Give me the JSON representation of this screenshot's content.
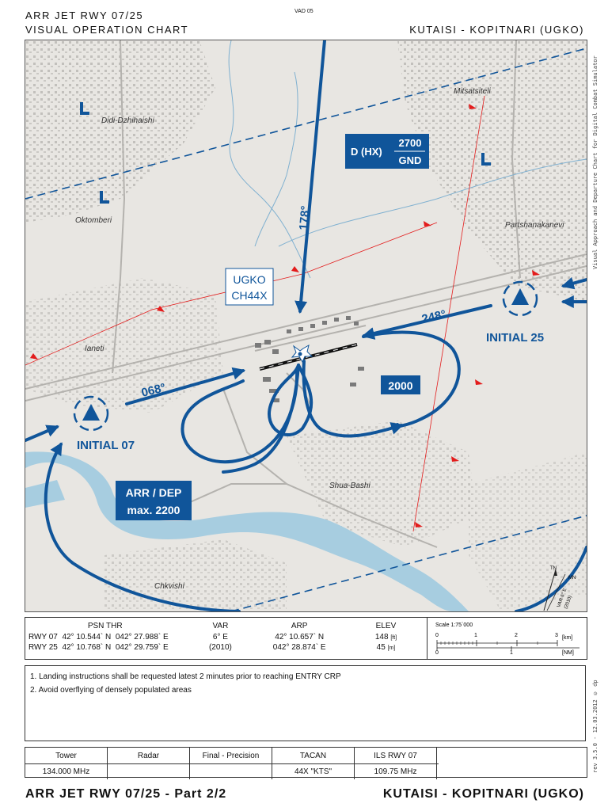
{
  "header": {
    "title_line1": "ARR JET RWY 07/25",
    "title_line2": "VISUAL OPERATION CHART",
    "code": "VAD 05",
    "airport": "KUTAISI - KOPITNARI (UGKO)"
  },
  "map": {
    "towns": {
      "didi": "Didi-Dzhihaishi",
      "oktomberi": "Oktomberi",
      "ianeti": "Ianeti",
      "chkvishi": "Chkvishi",
      "shua": "Shua-Bashi",
      "mitsatsiteli": "Mitsatsiteli",
      "partshanakanevi": "Partshanakanevi"
    },
    "airspace_label": {
      "prefix": "D (HX)",
      "upper": "2700",
      "lower": "GND"
    },
    "station": {
      "line1": "UGKO",
      "line2": "CH44X"
    },
    "courses": {
      "inbound": "178°",
      "c248": "248°",
      "c068": "068°"
    },
    "initial25": "INITIAL 25",
    "initial07": "INITIAL 07",
    "alt2000": "2000",
    "arrdep": {
      "line1": "ARR / DEP",
      "line2": "max. 2200"
    },
    "north": {
      "tn": "TN",
      "mn": "MN",
      "var": "VAR 6° E",
      "year": "(2010)"
    }
  },
  "side_text": {
    "right_top": "Visual Approach and Departure Chart for Digital Combat Simulator",
    "right_bottom": "rev 3.5.0 - 12.03.2012 © dp"
  },
  "info": {
    "headers": {
      "psn": "PSN THR",
      "var": "VAR",
      "arp": "ARP",
      "elev": "ELEV"
    },
    "rows": [
      {
        "rwy": "RWY 07",
        "lat": "42° 10.544` N",
        "lon": "042° 27.988` E",
        "var": "6° E",
        "arp": "42° 10.657` N",
        "elev": "148",
        "unit": "[ft]"
      },
      {
        "rwy": "RWY 25",
        "lat": "42° 10.768` N",
        "lon": "042° 29.759` E",
        "var": "(2010)",
        "arp": "042° 28.874` E",
        "elev": "45",
        "unit": "[m]"
      }
    ],
    "scale": {
      "title": "Scale 1:75`000",
      "km_ticks": [
        "0",
        "1",
        "2",
        "3"
      ],
      "km_unit": "[km]",
      "nm_ticks": [
        "0",
        "1"
      ],
      "nm_unit": "[NM]"
    }
  },
  "notes": [
    "1. Landing instructions shall be requested latest 2 minutes prior to reaching ENTRY CRP",
    "2. Avoid overflying of densely populated areas"
  ],
  "freq": {
    "headers": [
      "Tower",
      "Radar",
      "Final - Precision",
      "TACAN",
      "ILS RWY 07"
    ],
    "values": [
      "134.000 MHz",
      "",
      "",
      "44X \"KTS\"",
      "109.75 MHz"
    ]
  },
  "footer": {
    "left": "ARR JET RWY 07/25 - Part 2/2",
    "right": "KUTAISI - KOPITNARI (UGKO)"
  },
  "colors": {
    "route": "#10559a",
    "water": "#a7cde0",
    "boundary": "#e31c1c"
  }
}
